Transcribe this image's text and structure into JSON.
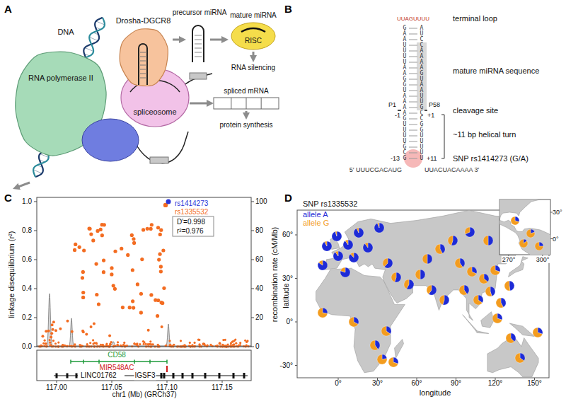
{
  "diagram": {
    "nodes": [
      {
        "text": [
          "RNA polymerase II"
        ]
      },
      {
        "text": [
          "Drosha-DGCR8"
        ]
      },
      {
        "text": [
          "spliceosome"
        ]
      },
      {
        "text": [
          "mature miRNA",
          "RISC"
        ]
      },
      {
        "text": [
          "spliced mRNA"
        ]
      }
    ],
    "edges": [
      {
        "from": 2,
        "to": 4,
        "arrow": "to"
      }
    ],
    "labels": [
      "A",
      "DNA",
      "precursor miRNA",
      "RNA silencing",
      "protein synthesis",
      "B",
      "terminal loop",
      "mature miRNA sequence",
      "cleavage site",
      "~11 bp helical turn",
      "SNP rs1414273 (G/A)",
      "P1",
      "-1",
      "P58",
      "+1",
      "-13",
      "+11",
      "5′ UUUCGACAUG",
      "UUACUACAAAA 3′",
      "GAAUUUUAAGGUAAAAGUUUUGCG",
      "AUCCAAAAGUAAUUGCCGGUUUUU",
      "UUAGUUUU",
      "C",
      "linkage disequilibrium (r²)",
      "recombination rate (cM/Mb)",
      "0.0",
      "0.2",
      "0.4",
      "0.6",
      "0.8",
      "1.0",
      "0",
      "20",
      "40",
      "60",
      "80",
      "100",
      "rs1414273",
      "rs1335532",
      "D′=0.998",
      "r²=0.976",
      "CD58",
      "MIR548AC",
      "LINC01762",
      "IGSF3",
      "117.00",
      "117.05",
      "117.10",
      "117.15",
      "chr1 (Mb) (GRCh37)",
      "D",
      "SNP rs1335532",
      "60°",
      "30°",
      "0°",
      "-30°",
      "0°",
      "30°",
      "60°",
      "90°",
      "120°",
      "150°",
      "longitude",
      "latitude",
      "30°",
      "0°",
      "270°",
      "300°"
    ],
    "legend": [
      {
        "text": "allele A",
        "color": "#1e2bd6"
      },
      {
        "text": "allele G",
        "color": "#f39c1f"
      }
    ]
  }
}
